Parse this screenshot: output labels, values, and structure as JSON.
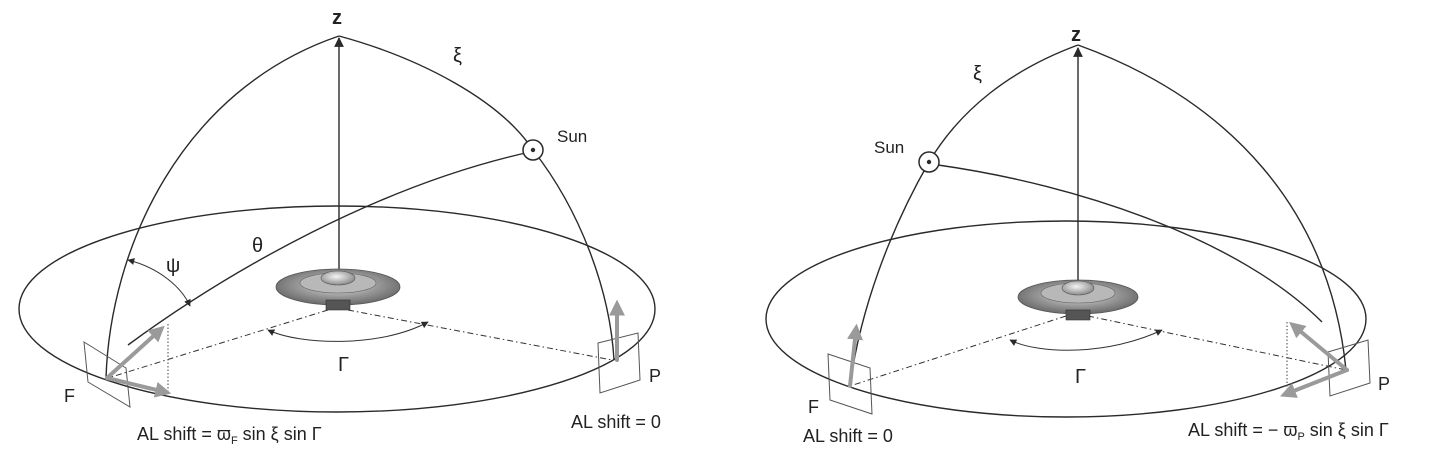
{
  "panels": [
    {
      "z_label": "z",
      "xi_label": "ξ",
      "sun_label": "Sun",
      "psi_label": "ψ",
      "theta_label": "θ",
      "gamma_label": "Γ",
      "f_label": "F",
      "p_label": "P",
      "al_f": {
        "prefix": "AL shift = ϖ",
        "subscript": "F",
        "suffix": " sin ξ sin Γ"
      },
      "al_p": {
        "text": "AL shift = 0"
      }
    },
    {
      "z_label": "z",
      "xi_label": "ξ",
      "sun_label": "Sun",
      "gamma_label": "Γ",
      "f_label": "F",
      "p_label": "P",
      "al_f": {
        "text": "AL shift = 0"
      },
      "al_p": {
        "prefix": "AL shift = − ϖ",
        "subscript": "P",
        "suffix": " sin ξ sin Γ"
      }
    }
  ]
}
